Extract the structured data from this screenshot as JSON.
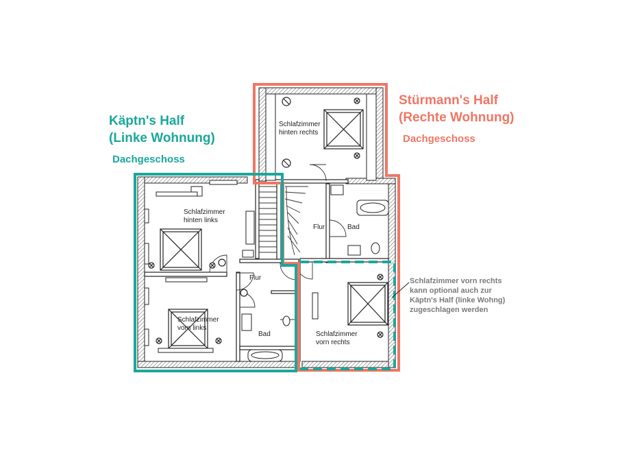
{
  "left_unit": {
    "title_line1": "Käptn's Half",
    "title_line2": "(Linke Wohnung)",
    "floor": "Dachgeschoss",
    "color": "#1aa79b"
  },
  "right_unit": {
    "title_line1": "Stürmann's Half",
    "title_line2": "(Rechte Wohnung)",
    "floor": "Dachgeschoss",
    "color": "#ef7664"
  },
  "rooms": {
    "sz_hinten_rechts": [
      "Schlafzimmer",
      "hinten rechts"
    ],
    "sz_hinten_links": [
      "Schlafzimmer",
      "hinten links"
    ],
    "sz_vorn_links": [
      "Schlafzimmer",
      "vorn links"
    ],
    "sz_vorn_rechts": [
      "Schlafzimmer",
      "vorn rechts"
    ],
    "flur_left": "Flur",
    "flur_right": "Flur",
    "bad_left": "Bad",
    "bad_right": "Bad"
  },
  "note": {
    "lines": [
      "Schlafzimmer vorn rechts",
      "kann optional auch zur",
      "Käptn's Half (linke Wohng)",
      "zugeschlagen werden"
    ],
    "color": "#7a7a7a"
  }
}
